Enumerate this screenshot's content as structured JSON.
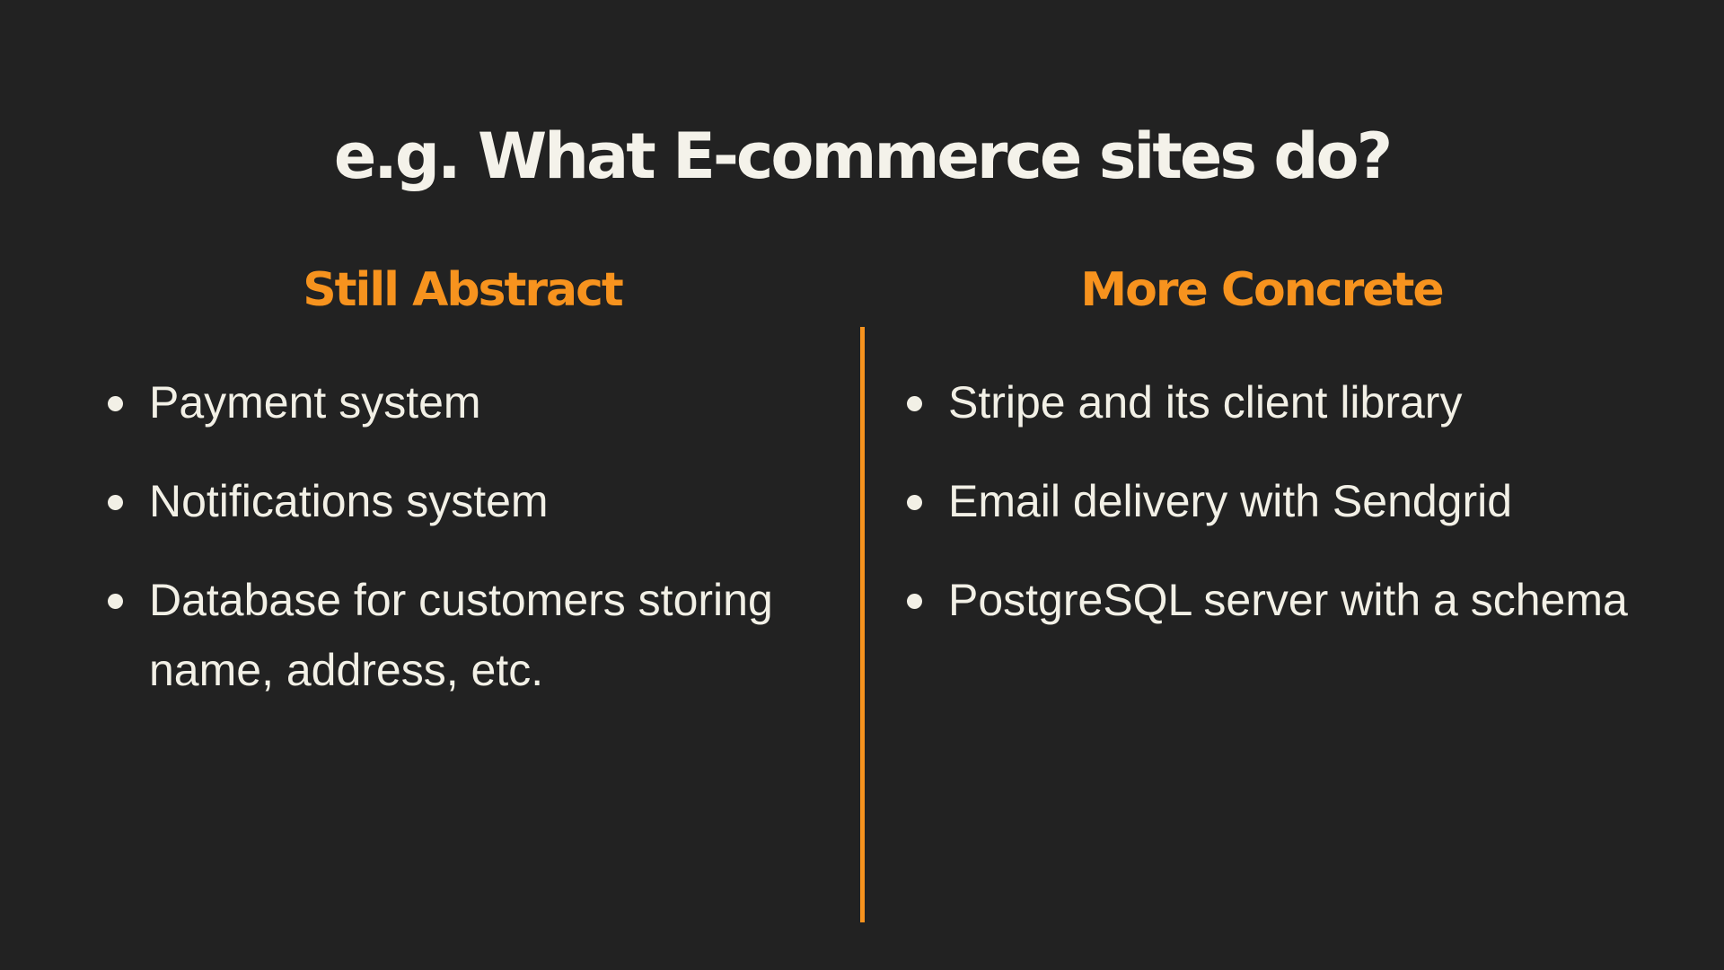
{
  "slide": {
    "title": "e.g. What E-commerce sites do?",
    "accent_color": "#f7931e",
    "text_color": "#f2f0e6",
    "background_color": "#222222",
    "left_column": {
      "heading": "Still Abstract",
      "items": [
        {
          "text": "Payment system"
        },
        {
          "text": "Notifications system"
        },
        {
          "text": "Database for customers storing name, address, etc."
        }
      ]
    },
    "right_column": {
      "heading": "More Concrete",
      "items": [
        {
          "text": "Stripe and its client library"
        },
        {
          "text": "Email delivery with Sendgrid"
        },
        {
          "text": "PostgreSQL server with a schema"
        }
      ]
    }
  }
}
